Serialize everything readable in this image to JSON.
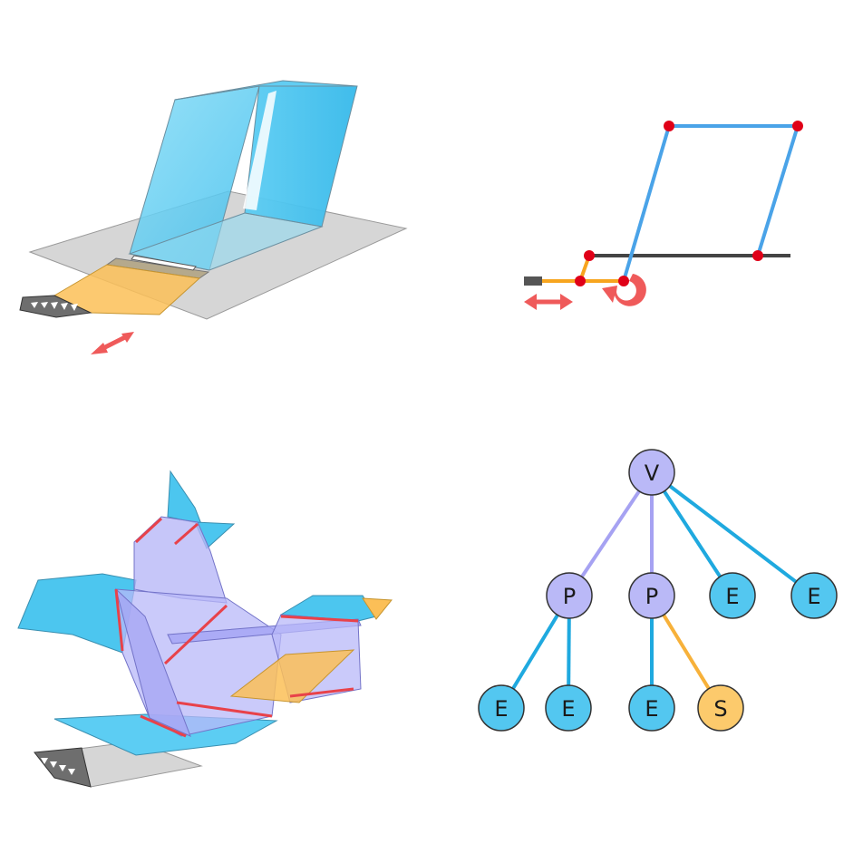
{
  "colors": {
    "blue_panel": "#4cc6ef",
    "blue_light": "#7fd6f3",
    "purple_panel": "#b8b8f8",
    "orange": "#fbbf57",
    "gray_plane": "#cfcfcf",
    "dark_gray": "#555555",
    "red": "#e8242a",
    "arrow_red": "#ef5a5a",
    "edge_purple": "#a6a2f2",
    "edge_blue": "#1fa9df",
    "edge_orange": "#f7b13a",
    "node_purple": "#bab9f7",
    "node_blue": "#53c7f0",
    "node_orange": "#fcca6c"
  },
  "icons": {
    "slide_arrow": "double-arrow-icon",
    "rotate_arrow": "rotate-arrow-icon",
    "tab_pattern": "triangle-tab-pattern-icon"
  },
  "tree": {
    "nodes": [
      {
        "id": "v",
        "label": "V",
        "kind": "purple"
      },
      {
        "id": "p1",
        "label": "P",
        "kind": "purple"
      },
      {
        "id": "p2",
        "label": "P",
        "kind": "purple"
      },
      {
        "id": "e1",
        "label": "E",
        "kind": "blue"
      },
      {
        "id": "e2",
        "label": "E",
        "kind": "blue"
      },
      {
        "id": "e3",
        "label": "E",
        "kind": "blue"
      },
      {
        "id": "e4",
        "label": "E",
        "kind": "blue"
      },
      {
        "id": "e5",
        "label": "E",
        "kind": "blue"
      },
      {
        "id": "s1",
        "label": "S",
        "kind": "orange"
      }
    ],
    "edges": [
      {
        "from": "v",
        "to": "p1",
        "kind": "purple"
      },
      {
        "from": "v",
        "to": "p2",
        "kind": "purple"
      },
      {
        "from": "v",
        "to": "e1",
        "kind": "blue"
      },
      {
        "from": "v",
        "to": "e2",
        "kind": "blue"
      },
      {
        "from": "p1",
        "to": "e3",
        "kind": "blue"
      },
      {
        "from": "p1",
        "to": "e4",
        "kind": "blue"
      },
      {
        "from": "p2",
        "to": "e5",
        "kind": "blue"
      },
      {
        "from": "p2",
        "to": "s1",
        "kind": "orange"
      }
    ]
  }
}
